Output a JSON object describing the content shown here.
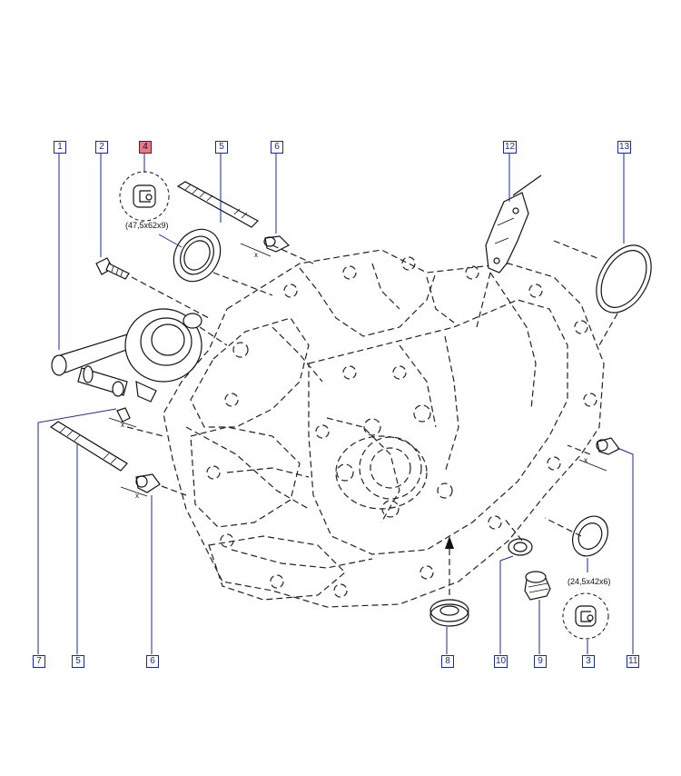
{
  "callouts": {
    "c1": "1",
    "c2": "2",
    "c4": "4",
    "c5_top": "5",
    "c6_top": "6",
    "c12": "12",
    "c13": "13",
    "c7": "7",
    "c5_bottom": "5",
    "c6_bottom": "6",
    "c8": "8",
    "c10": "10",
    "c9": "9",
    "c3": "3",
    "c11": "11"
  },
  "dimensions": {
    "seal_large": "(47,5x62x9)",
    "seal_small": "(24,5x42x6)"
  },
  "marks": {
    "x1": "x",
    "x2": "x",
    "x3": "x",
    "x4": "x"
  },
  "highlight_color": "#e5788a",
  "callout_color": "#1a2a9a"
}
